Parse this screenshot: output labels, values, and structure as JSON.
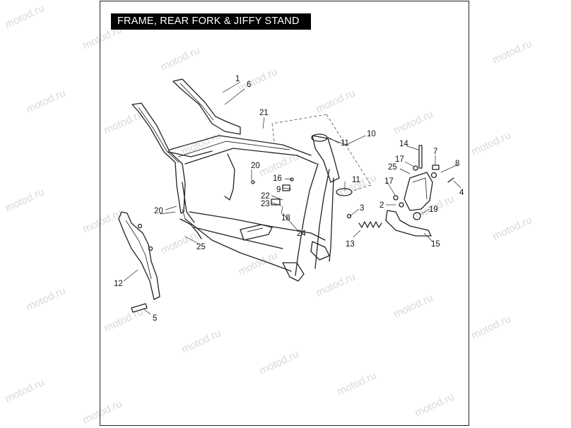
{
  "title": "FRAME, REAR FORK & JIFFY STAND",
  "watermark": "motod.ru",
  "callouts": {
    "c1": "1",
    "c2": "2",
    "c3": "3",
    "c4": "4",
    "c5": "5",
    "c6": "6",
    "c7": "7",
    "c8": "8",
    "c9": "9",
    "c10": "10",
    "c11a": "11",
    "c11b": "11",
    "c12": "12",
    "c13": "13",
    "c14": "14",
    "c15": "15",
    "c16": "16",
    "c17a": "17",
    "c17b": "17",
    "c18": "18",
    "c19": "19",
    "c20a": "20",
    "c20b": "20",
    "c21": "21",
    "c22": "22",
    "c23": "23",
    "c24": "24",
    "c25a": "25",
    "c25b": "25"
  }
}
